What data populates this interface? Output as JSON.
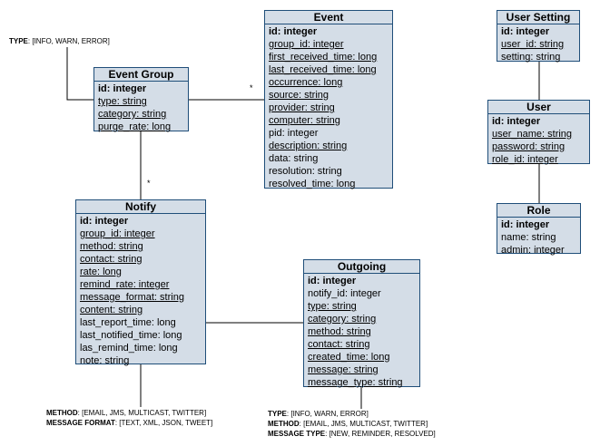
{
  "entities": {
    "event": {
      "title": "Event",
      "attrs": [
        "id: integer",
        "group_id: integer",
        "first_received_time: long",
        "last_received_time: long",
        "occurrence: long",
        "source: string",
        "provider: string",
        "computer: string",
        "pid: integer",
        "description: string",
        "data: string",
        "resolution: string",
        "resolved_time: long"
      ]
    },
    "user_setting": {
      "title": "User Setting",
      "attrs": [
        "id: integer",
        "user_id: string",
        "setting: string"
      ]
    },
    "event_group": {
      "title": "Event Group",
      "attrs": [
        "id: integer",
        "type: string",
        "category: string",
        "purge_rate: long"
      ]
    },
    "user": {
      "title": "User",
      "attrs": [
        "id: integer",
        "user_name: string",
        "password: string",
        "role_id: integer"
      ]
    },
    "role": {
      "title": "Role",
      "attrs": [
        "id: integer",
        "name: string",
        "admin: integer"
      ]
    },
    "notify": {
      "title": "Notify",
      "attrs": [
        "id: integer",
        "group_id: integer",
        "method: string",
        "contact: string",
        "rate: long",
        "remind_rate: integer",
        "message_format: string",
        "content: string",
        "last_report_time: long",
        "last_notified_time: long",
        "las_remind_time: long",
        "note: string"
      ]
    },
    "outgoing": {
      "title": "Outgoing",
      "attrs": [
        "id: integer",
        "notify_id: integer",
        "type: string",
        "category: string",
        "method: string",
        "contact: string",
        "created_time: long",
        "message: string",
        "message_type: string"
      ]
    }
  },
  "notes": {
    "type_top": {
      "key": "TYPE",
      "value": ": [INFO, WARN, ERROR]"
    },
    "notify_method": {
      "key": "METHOD",
      "value": ": [EMAIL, JMS, MULTICAST, TWITTER]"
    },
    "notify_format": {
      "key": "MESSAGE FORMAT",
      "value": ": [TEXT, XML, JSON, TWEET]"
    },
    "out_type": {
      "key": "TYPE",
      "value": ": [INFO, WARN, ERROR]"
    },
    "out_method": {
      "key": "METHOD",
      "value": ": [EMAIL, JMS, MULTICAST, TWITTER]"
    },
    "out_msgtype": {
      "key": "MESSAGE TYPE",
      "value": ": [NEW, REMINDER, RESOLVED]"
    }
  },
  "multiplicities": {
    "group_event": "*",
    "group_notify": "*"
  },
  "colors": {
    "fill": "#d4dde7",
    "border": "#1f4e79",
    "line": "#000000"
  }
}
